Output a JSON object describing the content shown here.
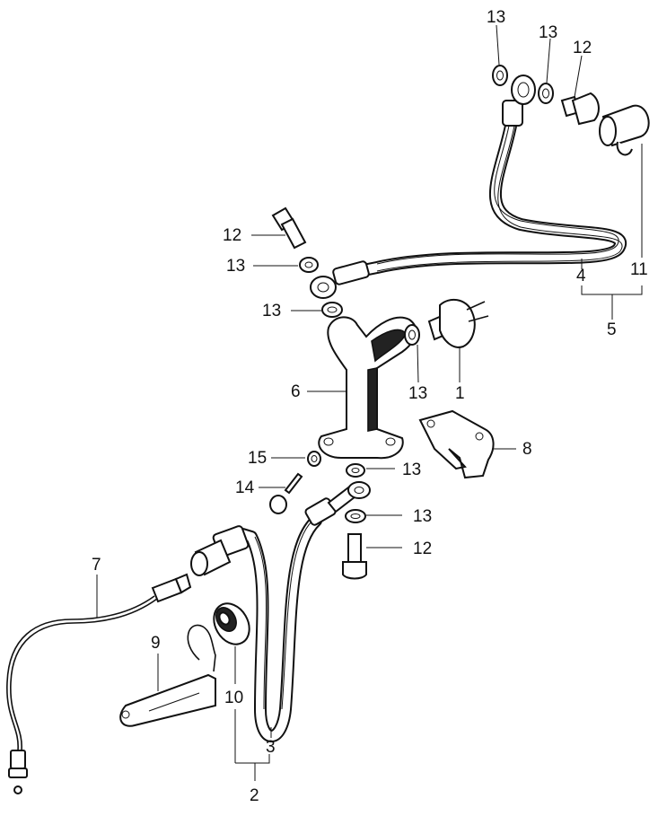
{
  "callouts": {
    "c1": "1",
    "c2": "2",
    "c3": "3",
    "c4": "4",
    "c5": "5",
    "c6": "6",
    "c7": "7",
    "c8": "8",
    "c9": "9",
    "c10": "10",
    "c11": "11",
    "c12a": "12",
    "c12b": "12",
    "c12c": "12",
    "c13a": "13",
    "c13b": "13",
    "c13c": "13",
    "c13d": "13",
    "c13e": "13",
    "c13f": "13",
    "c13g": "13",
    "c14": "14",
    "c15": "15"
  }
}
